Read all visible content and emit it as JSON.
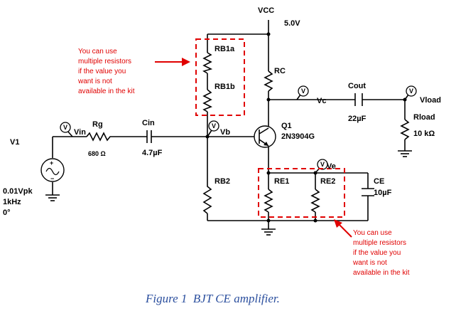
{
  "supply": {
    "name": "VCC",
    "value": "5.0V"
  },
  "source": {
    "name": "V1",
    "amplitude": "0.01Vpk",
    "frequency": "1kHz",
    "phase": "0°"
  },
  "components": {
    "rg": {
      "name": "Rg",
      "value": "680 Ω"
    },
    "cin": {
      "name": "Cin",
      "value": "4.7µF"
    },
    "rb1a": {
      "name": "RB1a"
    },
    "rb1b": {
      "name": "RB1b"
    },
    "rb2": {
      "name": "RB2"
    },
    "rc": {
      "name": "RC"
    },
    "q1": {
      "name": "Q1",
      "part": "2N3904G"
    },
    "re1": {
      "name": "RE1"
    },
    "re2": {
      "name": "RE2"
    },
    "ce": {
      "name": "CE",
      "value": "10µF"
    },
    "cout": {
      "name": "Cout",
      "value": "22µF"
    },
    "rload": {
      "name": "Rload",
      "value": "10 kΩ"
    }
  },
  "nodes": {
    "vin": "Vin",
    "vb": "Vb",
    "vc": "Vc",
    "ve": "Ve",
    "vload": "Vload"
  },
  "probe_letter": "V",
  "notes": {
    "top": [
      "You can use",
      "multiple resistors",
      "if the value you",
      "want is not",
      "available in the kit"
    ],
    "bottom": [
      "You can use",
      "multiple resistors",
      "if the value you",
      "want is not",
      "available in the kit"
    ]
  },
  "caption": "Figure 1  BJT CE amplifier.",
  "colors": {
    "annotation": "#e00000",
    "caption": "#2b4f9e"
  }
}
